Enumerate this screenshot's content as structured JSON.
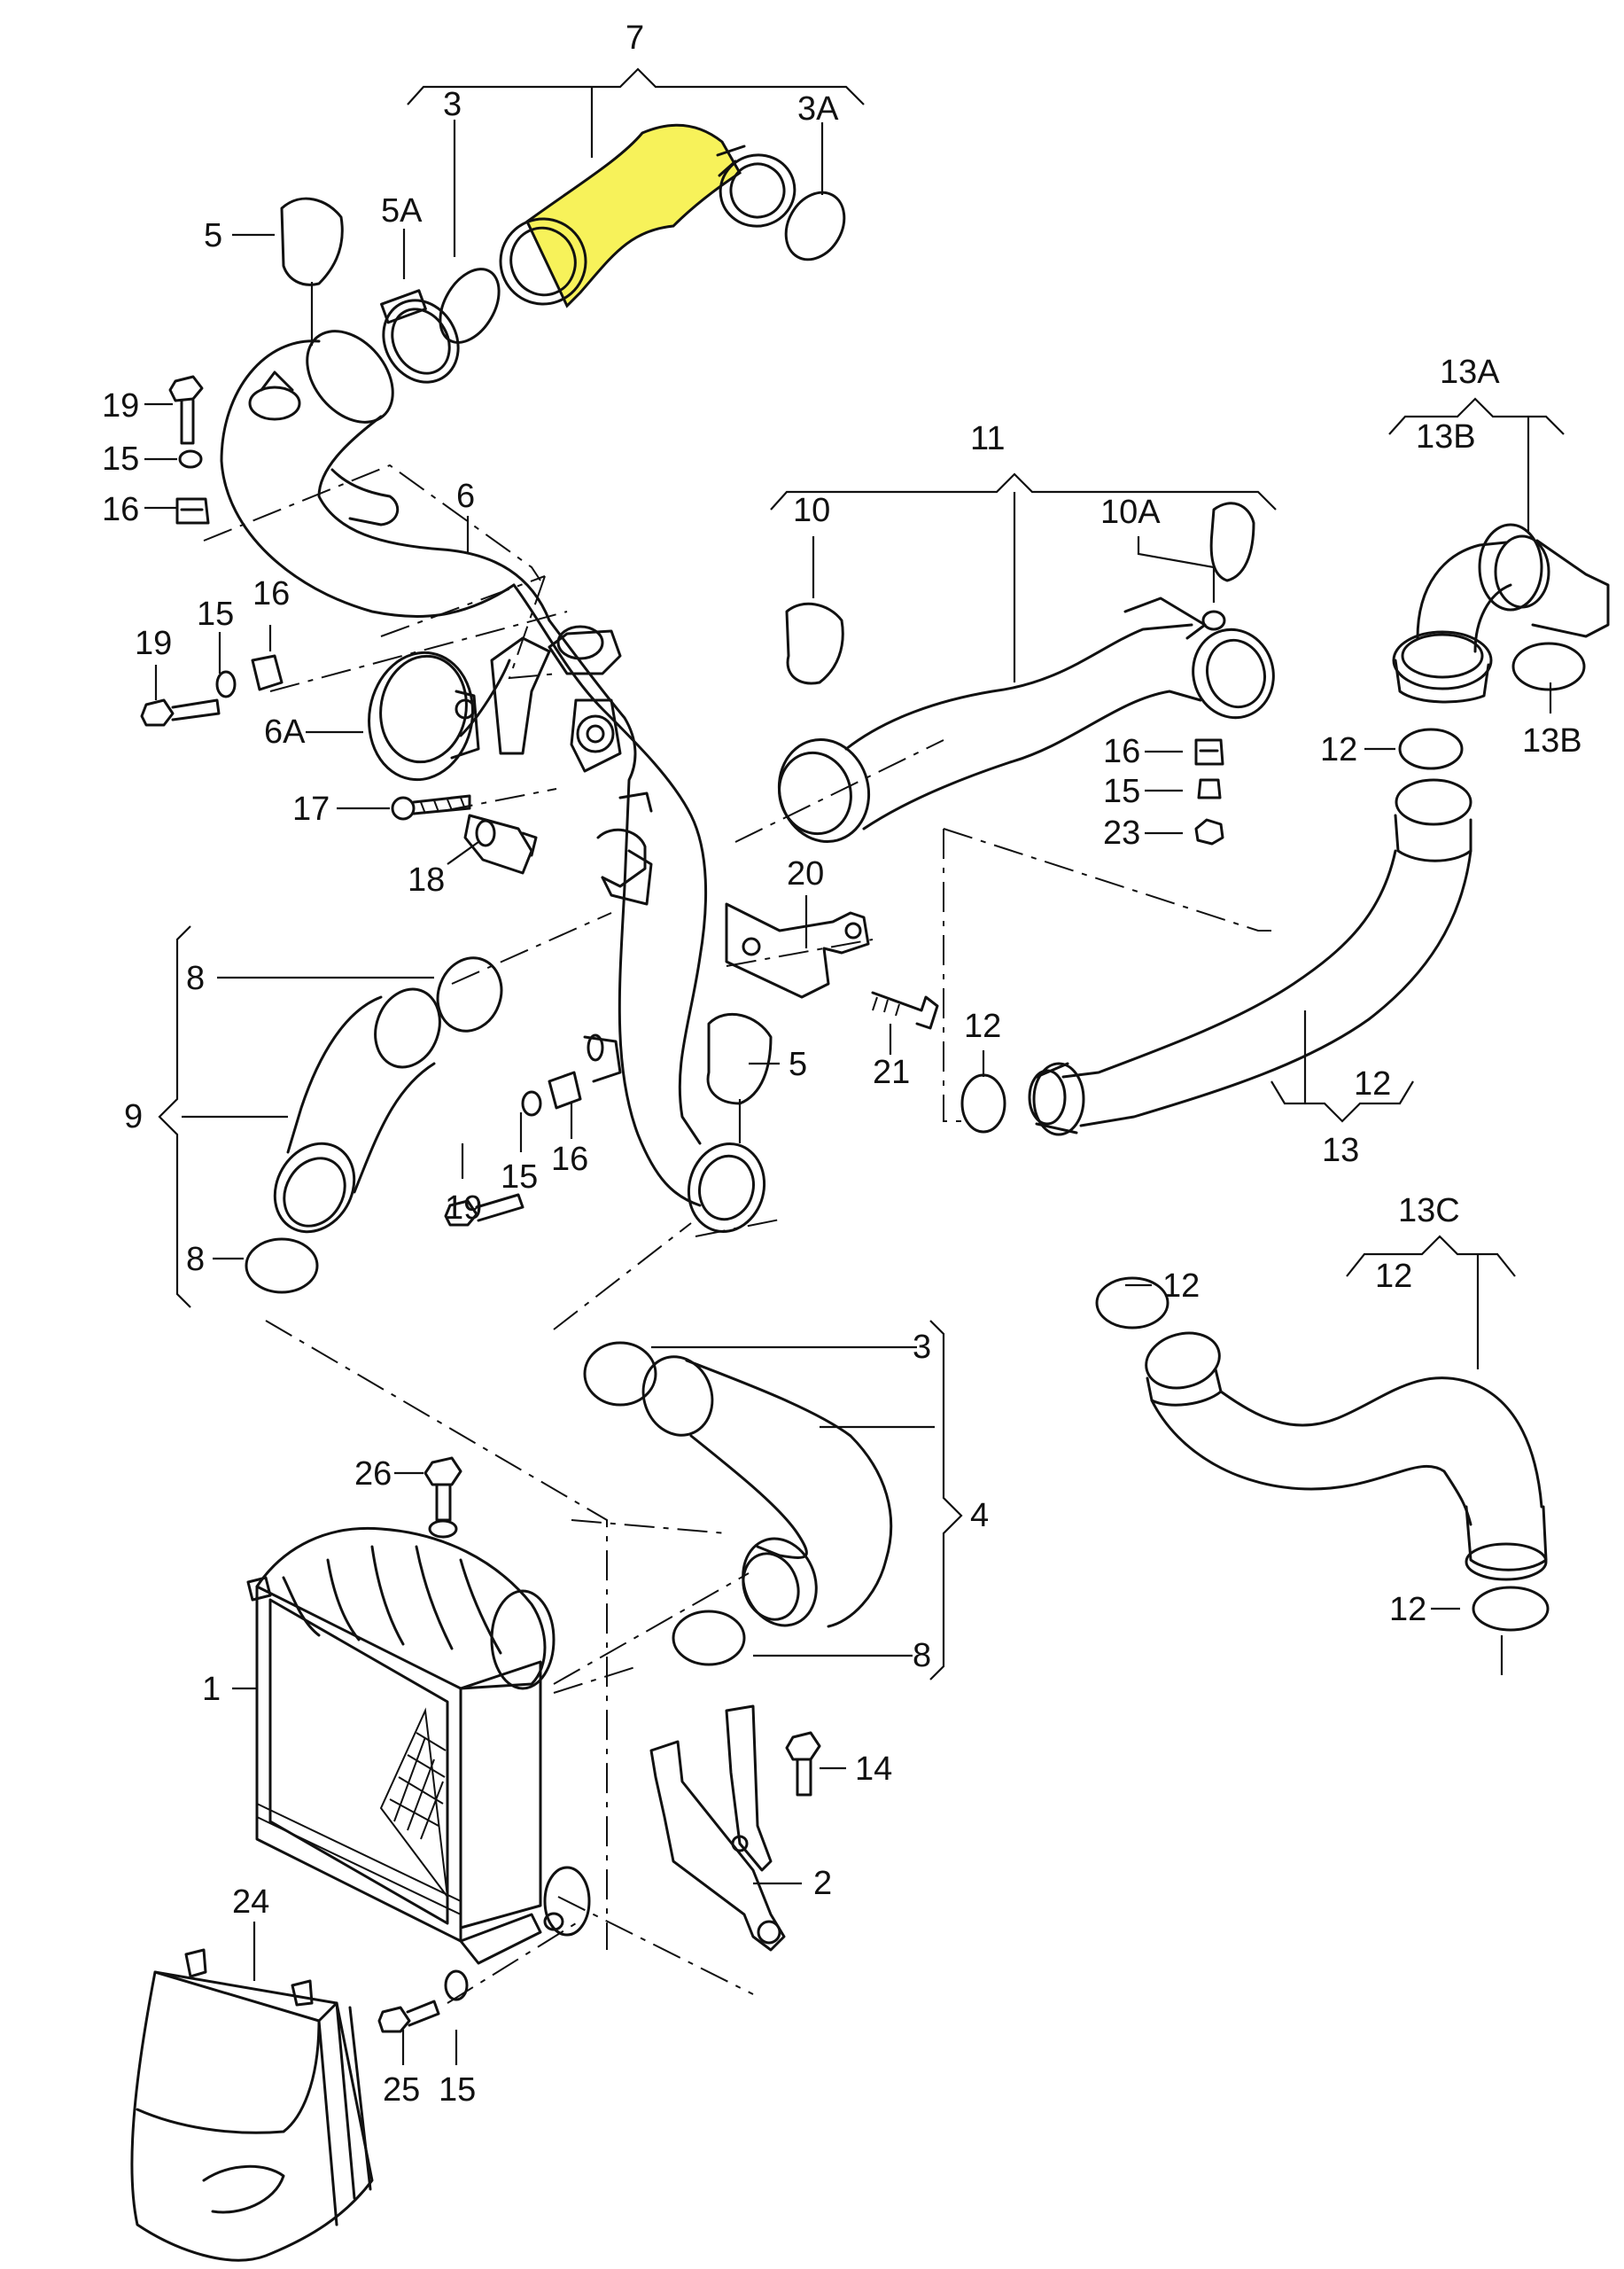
{
  "highlight_color": "#f7f25a",
  "callouts": {
    "n7": "7",
    "n3_top": "3",
    "n3a": "3A",
    "n5_top": "5",
    "n5a": "5A",
    "n19_top": "19",
    "n15_top": "15",
    "n16_top": "16",
    "n6": "6",
    "n15_mid": "15",
    "n16_mid": "16",
    "n19_mid": "19",
    "n6a": "6A",
    "n17": "17",
    "n18": "18",
    "n11": "11",
    "n10": "10",
    "n10a": "10A",
    "n13a": "13A",
    "n13b_top": "13B",
    "n13b_side": "13B",
    "n12_a": "12",
    "n16_r": "16",
    "n15_r": "15",
    "n23": "23",
    "n20": "20",
    "n21": "21",
    "n8_top": "8",
    "n9": "9",
    "n8_bot": "8",
    "n12_b": "12",
    "n12_c": "12",
    "n13": "13",
    "n5_mid": "5",
    "n19_low": "19",
    "n15_low": "15",
    "n16_low": "16",
    "n13c": "13C",
    "n12_d": "12",
    "n12_e": "12",
    "n12_f": "12",
    "n3_low": "3",
    "n4": "4",
    "n8_low": "8",
    "n26": "26",
    "n1": "1",
    "n14": "14",
    "n2": "2",
    "n24": "24",
    "n25": "25",
    "n15_bot": "15"
  }
}
